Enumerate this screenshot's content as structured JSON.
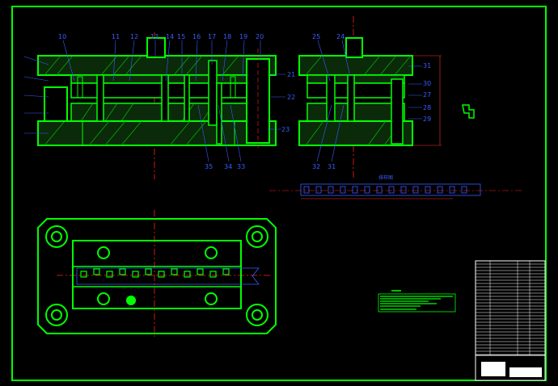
{
  "colors": {
    "background": "#000000",
    "frame": "#00ff00",
    "part": "#00ff00",
    "hatch": "#00c000",
    "leader": "#3a5cff",
    "centerline": "#ff2020",
    "dimension": "#ff3030",
    "white": "#ffffff"
  },
  "front_view": {
    "top_labels": [
      "10",
      "11",
      "12",
      "13",
      "14",
      "15",
      "16",
      "17",
      "18",
      "19",
      "20"
    ],
    "bottom_labels": [
      "35",
      "34",
      "33"
    ],
    "right_labels": [
      "21",
      "22",
      "23"
    ]
  },
  "side_view": {
    "top_labels": [
      "25",
      "24"
    ],
    "right_labels": [
      "31",
      "30",
      "27",
      "28",
      "29"
    ],
    "bottom_labels": [
      "32",
      "31"
    ]
  },
  "strip_layout": {
    "title": "排样图"
  }
}
